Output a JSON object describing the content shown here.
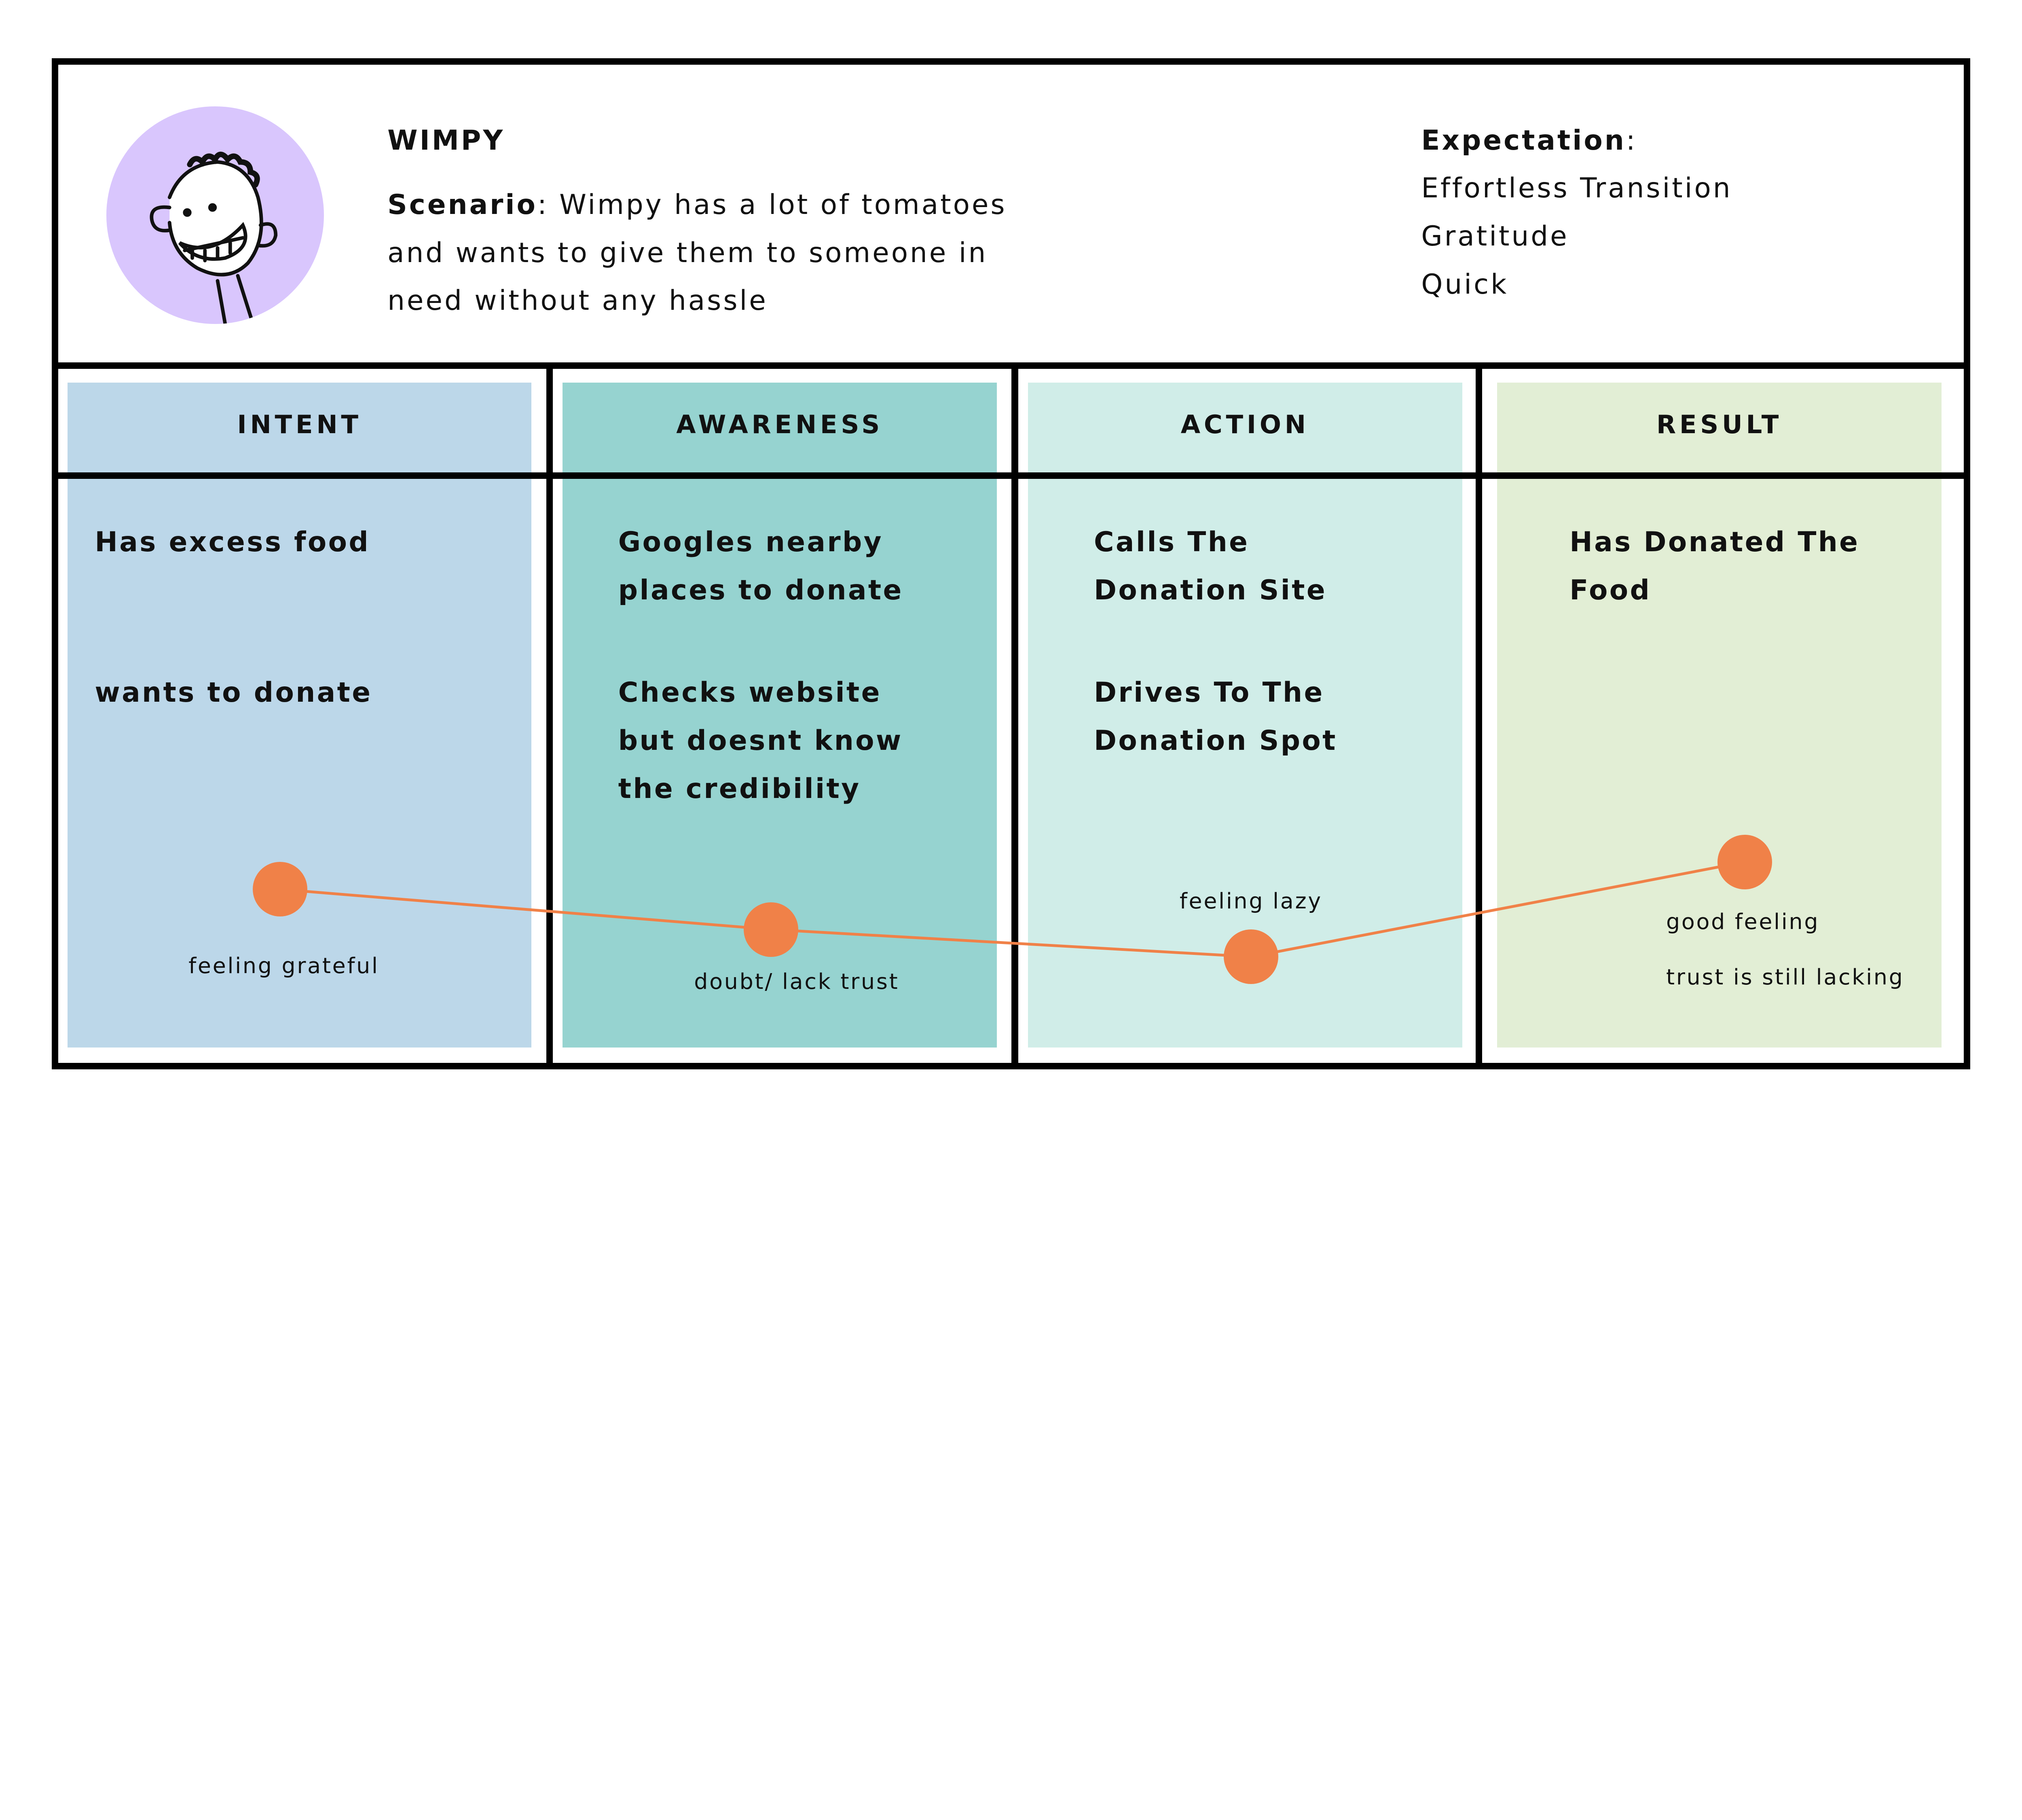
{
  "persona": {
    "name": "WIMPY",
    "scenario_label": "Scenario",
    "scenario_lines": [
      "Wimpy has a lot of tomatoes",
      "and wants to give them to someone in",
      "need without any hassle"
    ],
    "expectation_label": "Expectation",
    "expectations": [
      "Effortless Transition",
      "Gratitude",
      "Quick"
    ],
    "avatar_icon": "cartoon-face-avatar"
  },
  "colors": {
    "intent": "#BCD7E9",
    "awareness": "#96D3D0",
    "action": "#D0EDE8",
    "result": "#E2EED5",
    "avatar_bg": "#D9C6FD",
    "emotion_line": "#F08148"
  },
  "columns": [
    {
      "title": "INTENT",
      "items": [
        "Has excess food",
        "wants to donate"
      ],
      "emotion": [
        "feeling grateful"
      ]
    },
    {
      "title": "AWARENESS",
      "items": [
        "Googles nearby places to donate",
        "Checks website but doesnt know the credibility"
      ],
      "emotion": [
        "doubt/ lack trust"
      ]
    },
    {
      "title": "ACTION",
      "items": [
        "Calls The Donation Site",
        "Drives To The Donation Spot"
      ],
      "emotion": [
        "feeling lazy"
      ]
    },
    {
      "title": "RESULT",
      "items": [
        "Has Donated The Food"
      ],
      "emotion": [
        "good feeling",
        "trust is still lacking"
      ]
    }
  ]
}
